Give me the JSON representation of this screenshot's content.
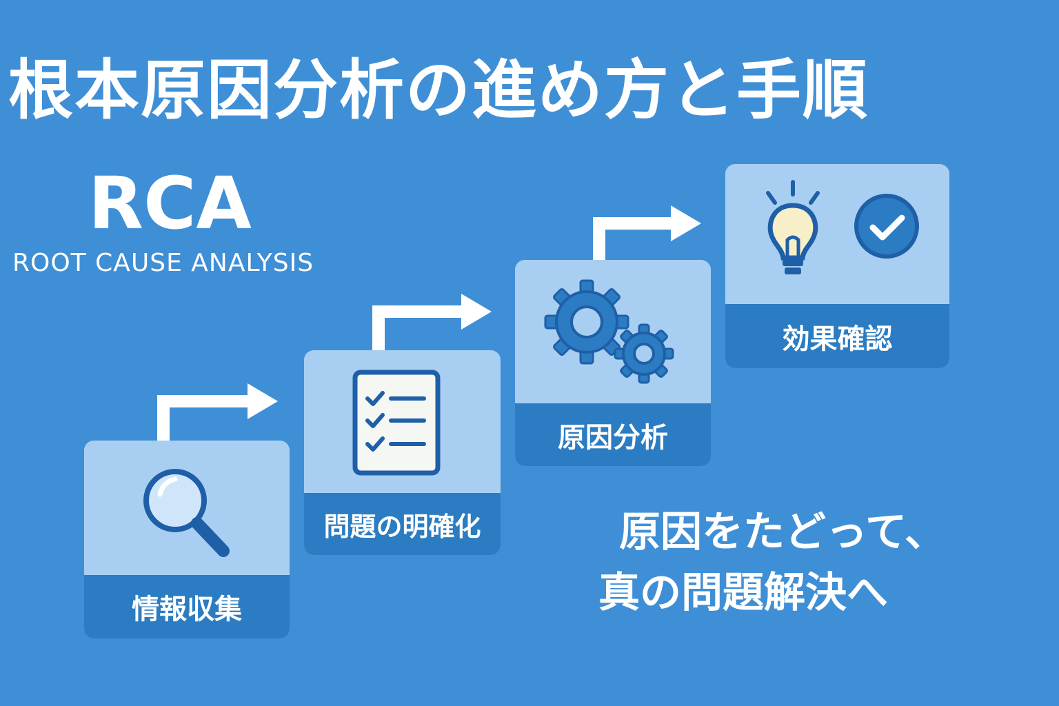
{
  "title": "根本原因分析の進め方と手順",
  "acronym": "RCA",
  "acronym_full": "ROOT CAUSE ANALYSIS",
  "steps": [
    {
      "label": "情報収集",
      "icon": "magnifier-icon"
    },
    {
      "label": "問題の明確化",
      "icon": "checklist-icon"
    },
    {
      "label": "原因分析",
      "icon": "gears-icon"
    },
    {
      "label": "効果確認",
      "icon": "lightbulb-check-icon"
    }
  ],
  "tagline": {
    "line1": "原因をたどって、",
    "line2": "真の問題解決へ"
  },
  "colors": {
    "background": "#3f8fd6",
    "card": "#a8cff2",
    "label_band": "#2b7cc2",
    "icon_stroke": "#1f5fa8"
  }
}
